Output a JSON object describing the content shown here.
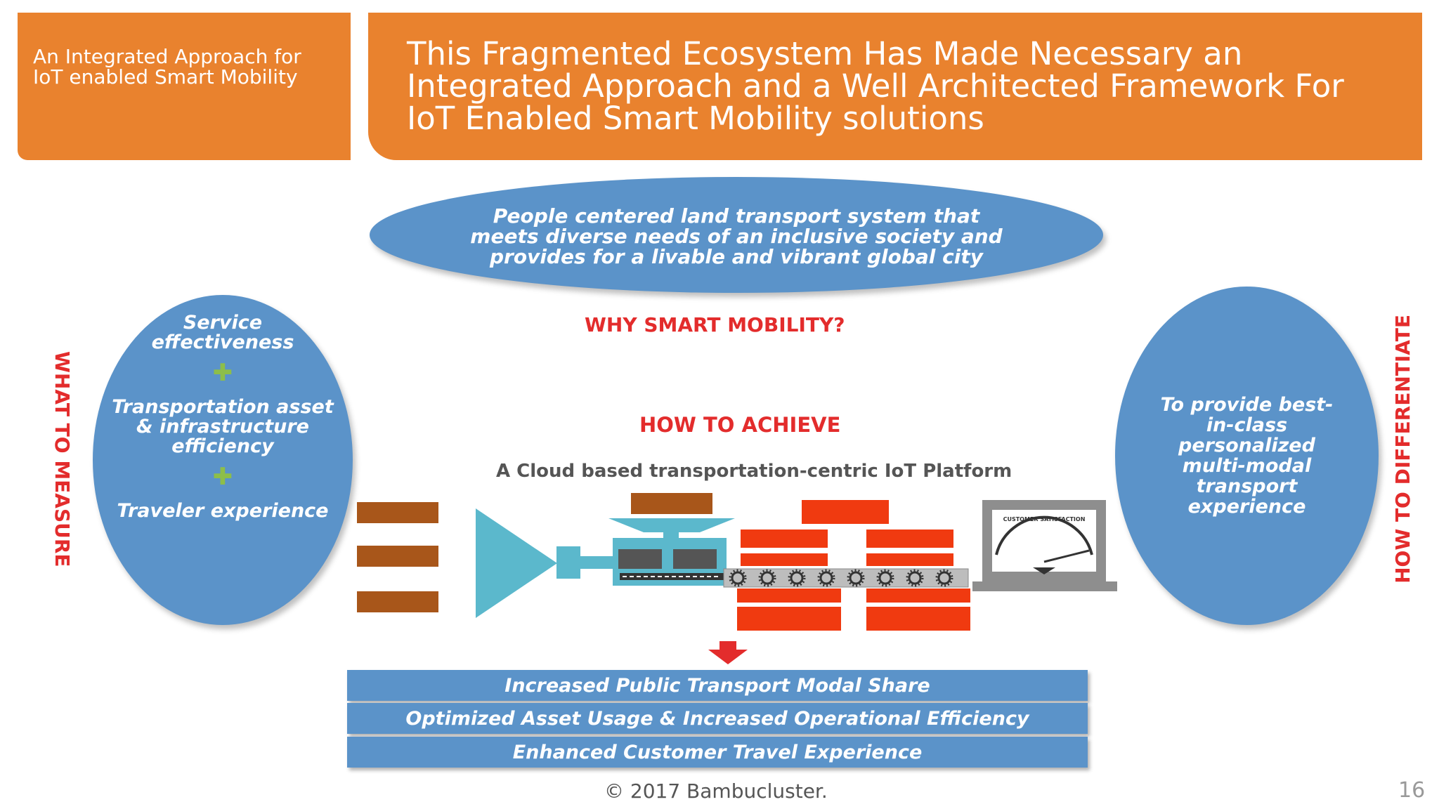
{
  "header": {
    "left_text": "An Integrated Approach for\nIoT enabled  Smart Mobility",
    "right_text": "This Fragmented Ecosystem Has Made Necessary an\nIntegrated Approach and a Well Architected Framework For\nIoT Enabled Smart Mobility solutions"
  },
  "vision": "People centered land transport system that\nmeets diverse needs of an inclusive society and\nprovides for a livable and vibrant global city",
  "labels": {
    "why": "WHY SMART MOBILITY?",
    "how": "HOW TO ACHIEVE",
    "what_to_measure": "WHAT TO MEASURE",
    "how_to_differentiate": "HOW TO DIFFERENTIATE",
    "platform": "A Cloud based transportation-centric IoT Platform"
  },
  "measures": {
    "items": [
      "Service\neffectiveness",
      "Transportation asset\n& infrastructure\nefficiency",
      "Traveler  experience"
    ],
    "separator": "✚"
  },
  "differentiator": "To provide best-\nin-class\npersonalized\nmulti-modal\ntransport\nexperience",
  "gauge_label": "CUSTOMER SATISFACTION",
  "outcomes": [
    "Increased Public Transport Modal Share",
    "Optimized Asset Usage & Increased Operational Efficiency",
    "Enhanced Customer Travel Experience"
  ],
  "footer": {
    "copyright": "© 2017 Bambucluster.",
    "page_number": "16"
  },
  "colors": {
    "orange": "#e9822e",
    "blue": "#5b93c9",
    "red_label": "#e32c2c",
    "brown_block": "#a8561a",
    "red_block": "#f03a10",
    "teal": "#5bb8cc",
    "plus_green": "#8dbe4a"
  }
}
